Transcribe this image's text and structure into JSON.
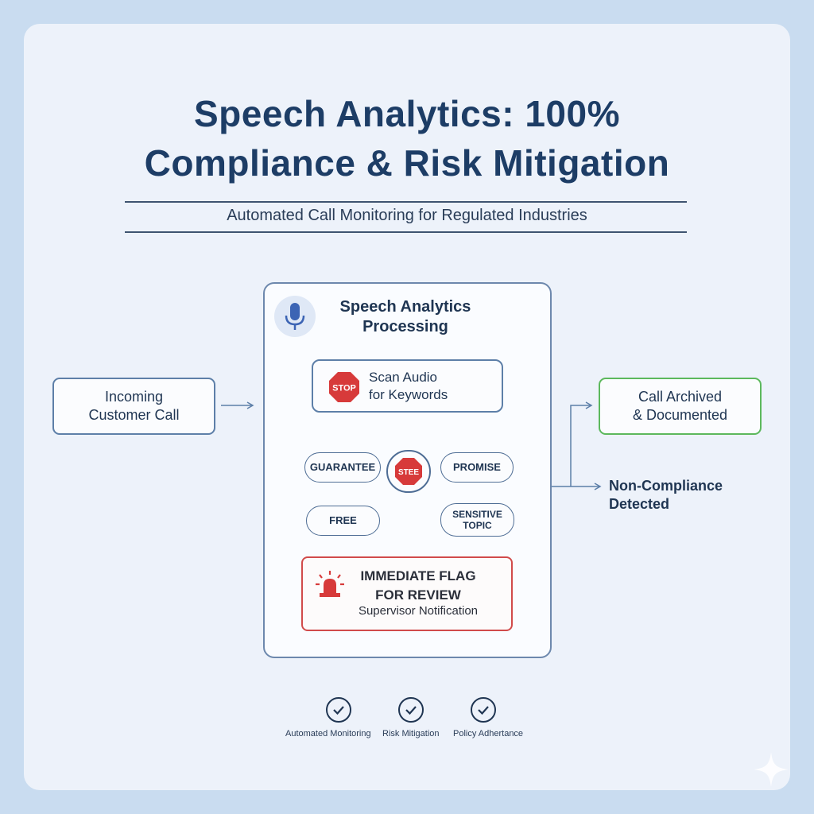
{
  "title": {
    "line1": "Speech Analytics: 100%",
    "line2": "Compliance & Risk Mitigation"
  },
  "subtitle": "Automated Call Monitoring for Regulated Industries",
  "incoming": "Incoming Customer Call",
  "processor": {
    "title_line1": "Speech Analytics",
    "title_line2": "Processing",
    "scan_line1": "Scan Audio",
    "scan_line2": "for Keywords",
    "stop_label": "STOP",
    "stop_center_label": "STEE",
    "keywords": {
      "guarantee": "GUARANTEE",
      "promise": "PROMISE",
      "free": "FREE",
      "sensitive_line1": "SENSITIVE",
      "sensitive_line2": "TOPIC"
    },
    "flag": {
      "title_line1": "IMMEDIATE FLAG",
      "title_line2": "FOR REVIEW",
      "subtitle": "Supervisor Notification"
    }
  },
  "archived": {
    "line1": "Call Archived",
    "line2": "& Documented"
  },
  "noncompliance": {
    "line1": "Non-Compliance",
    "line2": "Detected"
  },
  "benefits": [
    "Automated Monitoring",
    "Risk Mitigation",
    "Policy Adhertance"
  ],
  "colors": {
    "navy": "#1d3d66",
    "accent_blue": "#5d7fa8",
    "alert_red": "#d73a3a",
    "success_green": "#5cb85c"
  },
  "icons": [
    "microphone-icon",
    "stop-sign-icon",
    "alarm-light-icon",
    "check-circle-icon",
    "sparkle-icon"
  ]
}
